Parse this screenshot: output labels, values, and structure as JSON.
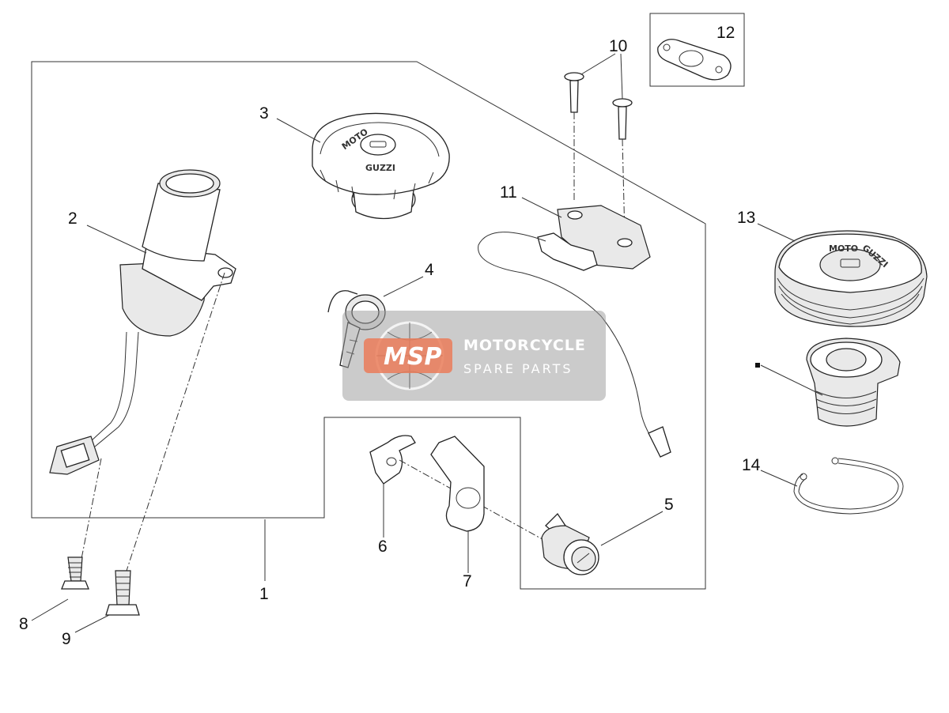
{
  "callouts": [
    {
      "id": "1",
      "label": "1"
    },
    {
      "id": "2",
      "label": "2"
    },
    {
      "id": "3",
      "label": "3"
    },
    {
      "id": "4",
      "label": "4"
    },
    {
      "id": "5",
      "label": "5"
    },
    {
      "id": "6",
      "label": "6"
    },
    {
      "id": "7",
      "label": "7"
    },
    {
      "id": "8",
      "label": "8"
    },
    {
      "id": "9",
      "label": "9"
    },
    {
      "id": "10",
      "label": "10"
    },
    {
      "id": "11",
      "label": "11"
    },
    {
      "id": "12",
      "label": "12"
    },
    {
      "id": "13",
      "label": "13"
    },
    {
      "id": "14",
      "label": "14"
    }
  ],
  "cap_embossing": {
    "brand_top": "MOTO",
    "brand_bottom": "GUZZI"
  },
  "watermark": {
    "logo_text": "MSP",
    "title": "MOTORCYCLE",
    "subtitle": "SPARE PARTS",
    "badge_color": "#e8663d",
    "panel_color": "#9a9a9a"
  }
}
